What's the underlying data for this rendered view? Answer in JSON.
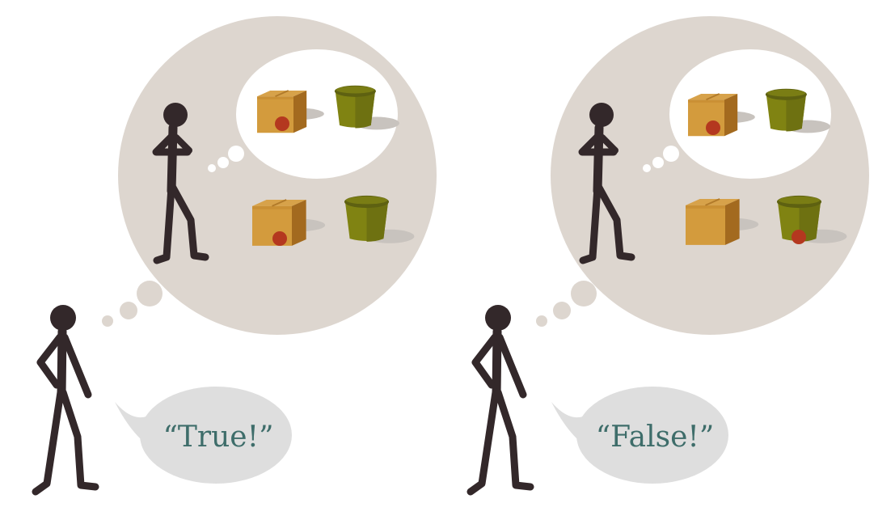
{
  "colors": {
    "background": "#ffffff",
    "figure": "#33282a",
    "thought_bubble": "#ddd6cf",
    "inner_bubble": "#ffffff",
    "speech_bubble": "#dedede",
    "speech_text": "#3e6d6a",
    "box_light": "#d39b3d",
    "box_mid": "#c1852c",
    "box_dark": "#a36a1f",
    "bucket": "#808312",
    "bucket_dark": "#5e6111",
    "ball": "#b4381f",
    "shadow": "#c8c3be"
  },
  "panels": [
    {
      "name": "true-panel",
      "speech": "“True!”",
      "belief_ball_in": "box",
      "reality_ball_in": "box"
    },
    {
      "name": "false-panel",
      "speech": "“False!”",
      "belief_ball_in": "box",
      "reality_ball_in": "bucket"
    }
  ]
}
